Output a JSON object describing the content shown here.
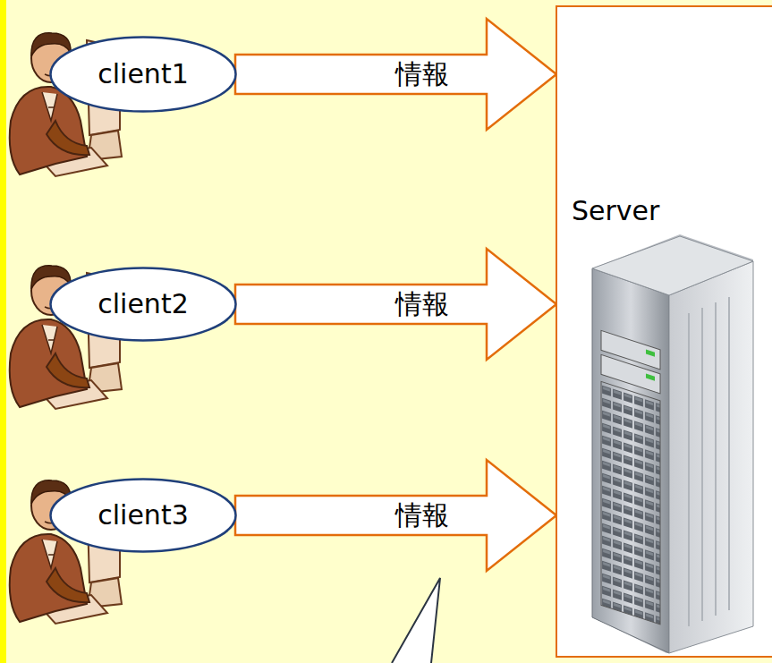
{
  "diagram": {
    "nodes": [
      {
        "text": [
          "client1"
        ]
      },
      {
        "text": [
          "client2"
        ]
      },
      {
        "text": [
          "client3"
        ]
      },
      {
        "text": [
          "Server"
        ]
      }
    ],
    "edges": [
      {
        "from": 0,
        "to": 3,
        "label": "情報",
        "arrow": "to"
      },
      {
        "from": 1,
        "to": 3,
        "label": "情報",
        "arrow": "to"
      },
      {
        "from": 2,
        "to": 3,
        "label": "情報",
        "arrow": "to"
      }
    ]
  }
}
